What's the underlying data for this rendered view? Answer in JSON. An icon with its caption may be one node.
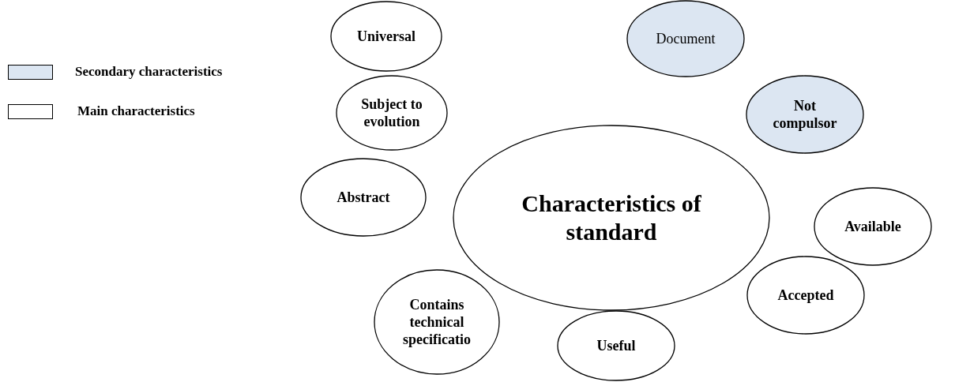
{
  "diagram": {
    "nodes": [
      {
        "text": [
          "Universal"
        ]
      },
      {
        "text": [
          "Document"
        ]
      },
      {
        "text": [
          "Subject to evolution"
        ]
      },
      {
        "text": [
          "Not compulsor"
        ]
      },
      {
        "text": [
          "Characteristics of standard"
        ]
      },
      {
        "text": [
          "Abstract"
        ]
      },
      {
        "text": [
          "Available"
        ]
      },
      {
        "text": [
          "Accepted"
        ]
      },
      {
        "text": [
          "Contains technical specificatio"
        ]
      },
      {
        "text": [
          "Useful"
        ]
      }
    ],
    "edges": [],
    "legend": [
      {
        "text": "Secondary characteristics",
        "color": "#dce6f2"
      },
      {
        "text": "Main characteristics",
        "color": "#ffffff"
      }
    ]
  }
}
